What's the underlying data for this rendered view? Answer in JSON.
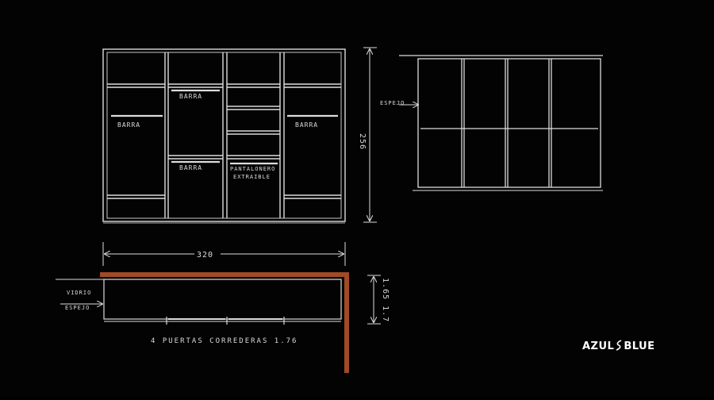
{
  "colors": {
    "background": "#030303",
    "line": "#dcdcdc",
    "wood_edge": "#a14a25"
  },
  "front_elevation": {
    "labels": {
      "barra_left": "BARRA",
      "barra_center_top": "BARRA",
      "barra_center_bottom": "BARRA",
      "pantalonero_line1": "PANTALONERO",
      "pantalonero_line2": "EXTRAIBLE",
      "barra_right": "BARRA"
    },
    "height_dimension": "256",
    "width_dimension": "320"
  },
  "door_elevation": {
    "label": "ESPEJO"
  },
  "plan_view": {
    "label_vidrio": "VIDRIO",
    "label_espejo": "ESPEJO",
    "depth_dimension": "1.65 1.7",
    "caption": "4 PUERTAS CORREDERAS 1.76"
  },
  "brand": {
    "name_left": "AZUL",
    "name_right": "BLUE",
    "mark_icon": "swoosh-icon"
  }
}
